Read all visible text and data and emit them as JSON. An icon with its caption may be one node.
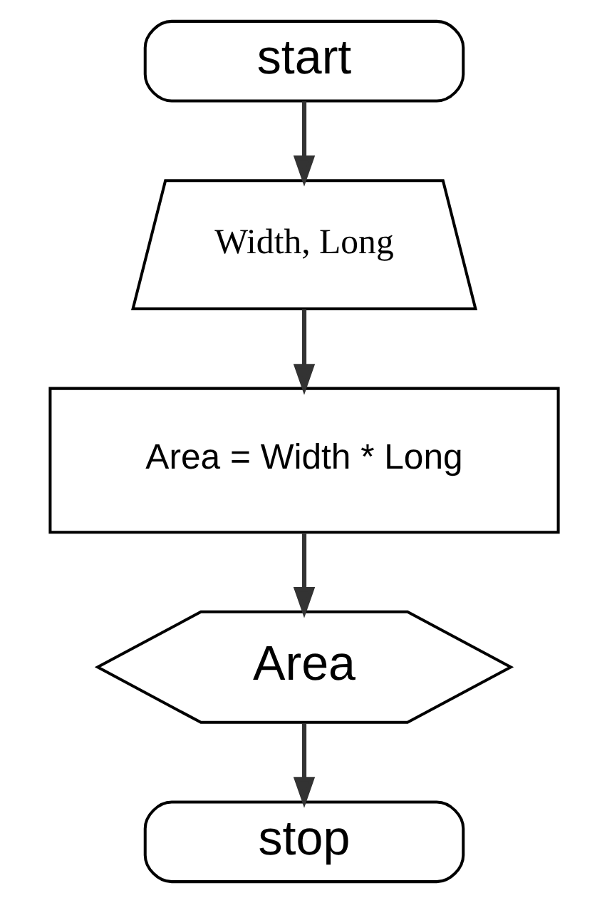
{
  "diagram": {
    "nodes": [
      {
        "text": [
          "start"
        ]
      },
      {
        "text": [
          "Width, Long"
        ]
      },
      {
        "text": [
          "Area = Width * Long"
        ]
      },
      {
        "text": [
          "Area"
        ]
      },
      {
        "text": [
          "stop"
        ]
      }
    ],
    "edges": [
      {
        "from": 0,
        "to": 1,
        "arrow": "to"
      },
      {
        "from": 1,
        "to": 2,
        "arrow": "to"
      },
      {
        "from": 2,
        "to": 3,
        "arrow": "to"
      },
      {
        "from": 3,
        "to": 4,
        "arrow": "to"
      }
    ]
  }
}
